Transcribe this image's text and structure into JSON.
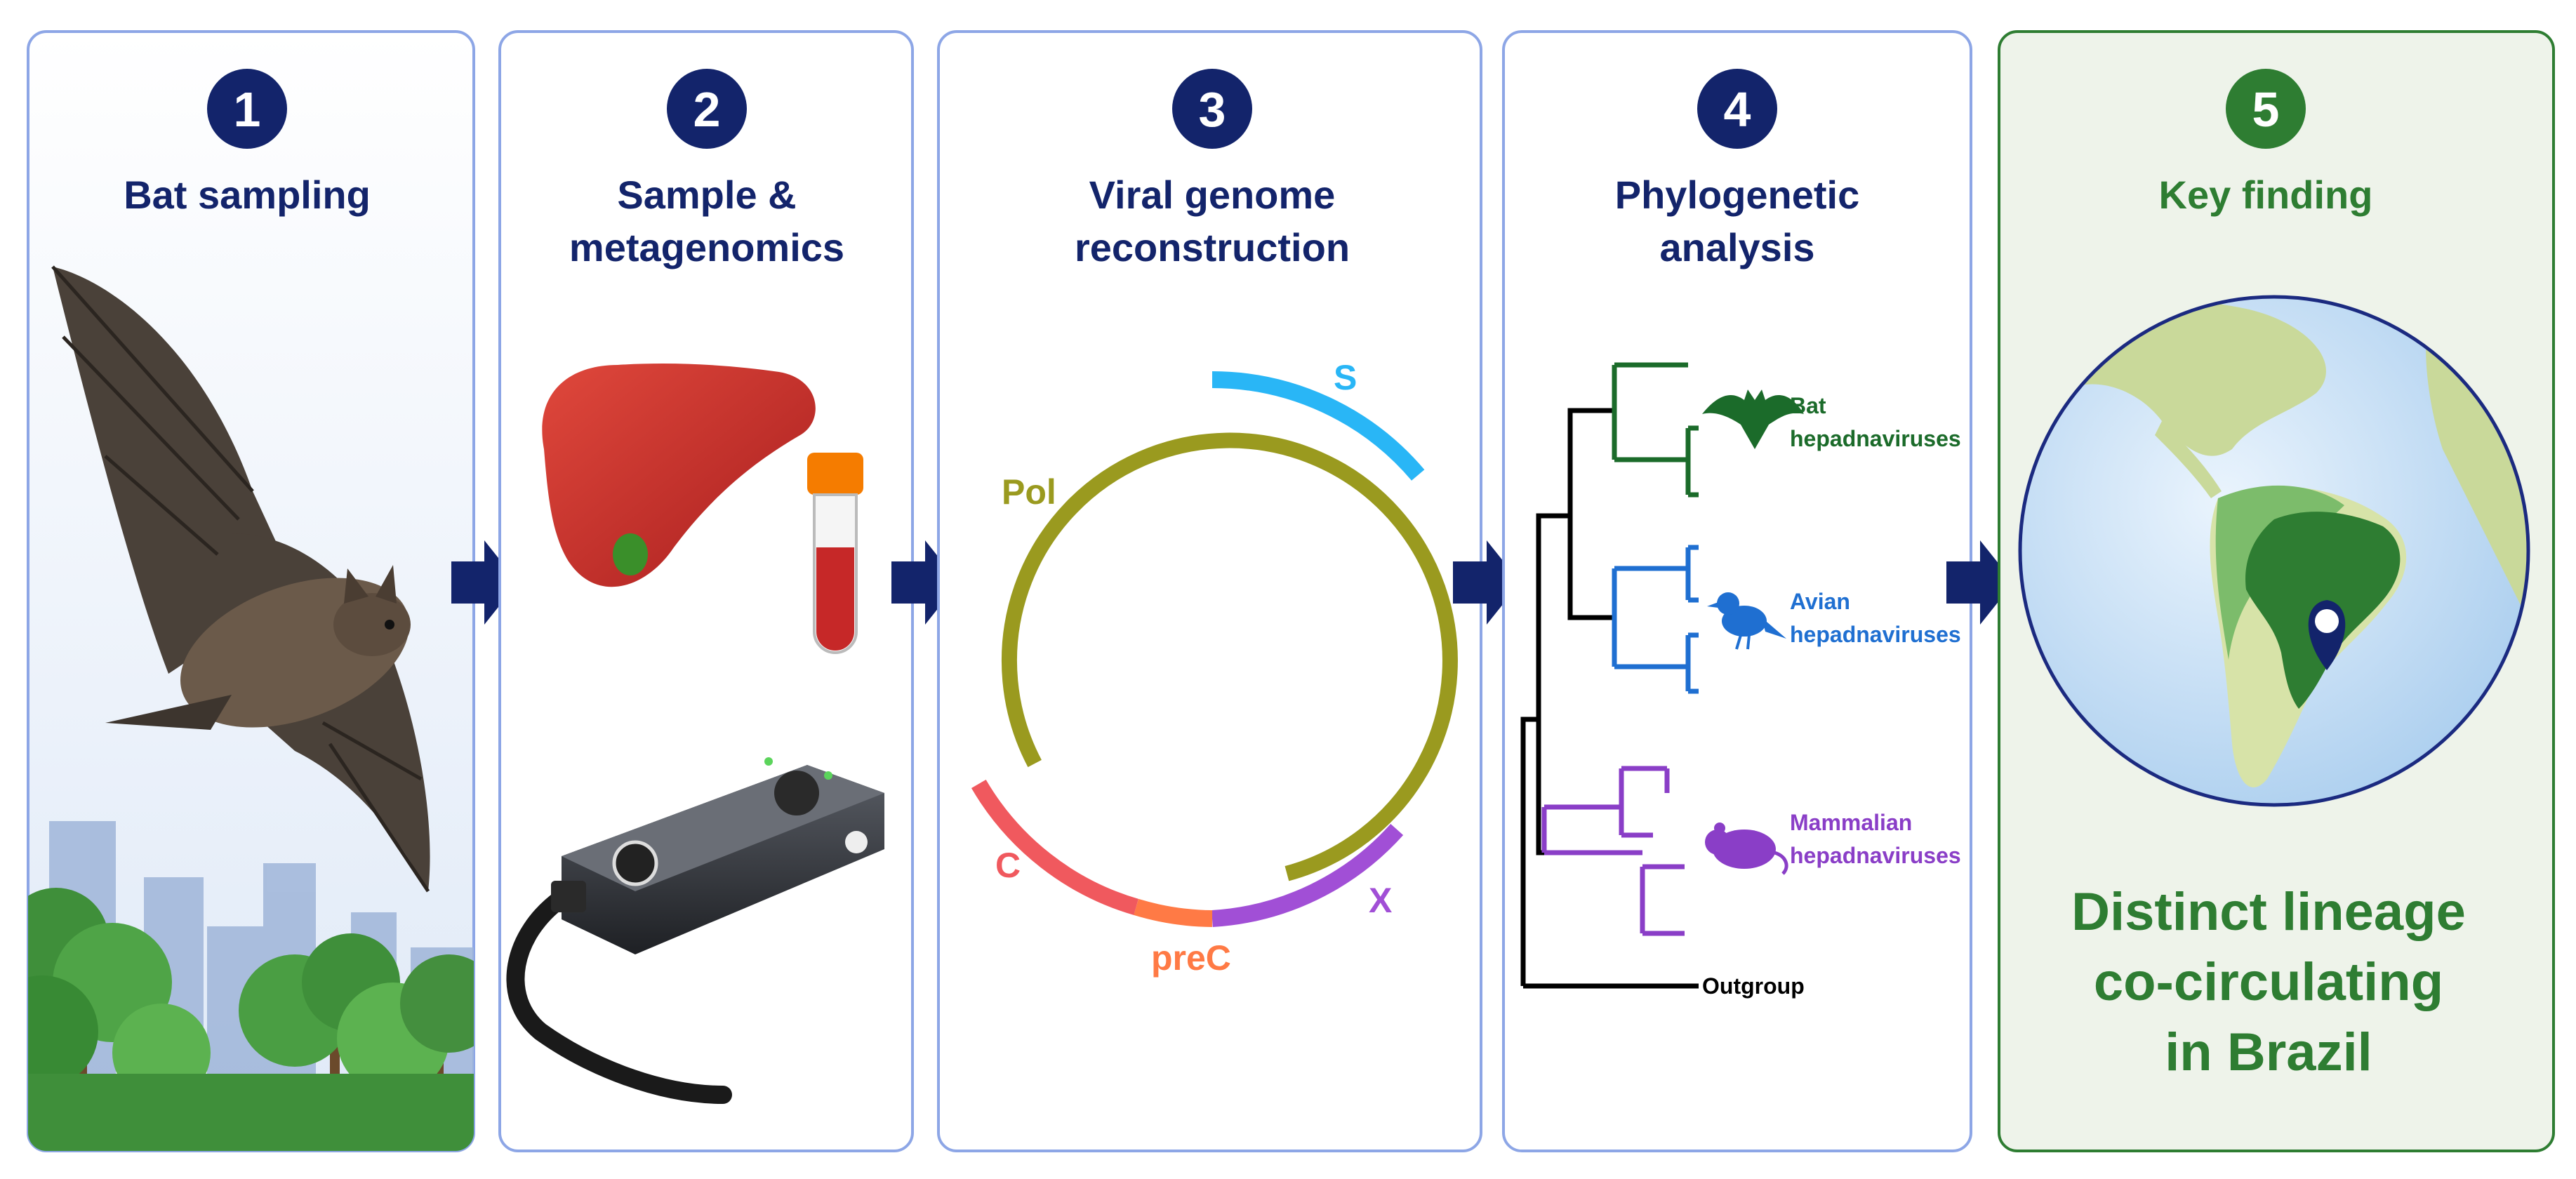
{
  "colors": {
    "navy": "#13246b",
    "panel_border": "#8da6e6",
    "finding_green": "#2e7d32",
    "finding_bg": "#eef3ea",
    "pol": "#9a9a1f",
    "s_gene": "#29b6f6",
    "x_gene": "#a14fd6",
    "c_gene": "#f0595e",
    "prec_gene": "#ff7a45",
    "bat_clade": "#1b6b2a",
    "avian_clade": "#1f6fd1",
    "mammal_clade": "#8a3ec7"
  },
  "steps": [
    {
      "number": "1",
      "title_lines": [
        "Bat sampling"
      ]
    },
    {
      "number": "2",
      "title_lines": [
        "Sample &",
        "metagenomics"
      ]
    },
    {
      "number": "3",
      "title_lines": [
        "Viral genome",
        "reconstruction"
      ]
    },
    {
      "number": "4",
      "title_lines": [
        "Phylogenetic",
        "analysis"
      ]
    },
    {
      "number": "5",
      "title_lines": [
        "Key finding"
      ]
    }
  ],
  "genome_labels": {
    "pol": "Pol",
    "s": "S",
    "x": "X",
    "c": "C",
    "prec": "preC"
  },
  "tree_labels": {
    "bat": [
      "Bat",
      "hepadnaviruses"
    ],
    "avian": [
      "Avian",
      "hepadnaviruses"
    ],
    "mammal": [
      "Mammalian",
      "hepadnaviruses"
    ],
    "outgroup": "Outgroup"
  },
  "finding_lines": [
    "Distinct lineage",
    "co-circulating",
    "in Brazil"
  ],
  "icons": {
    "bat": "bat-illustration",
    "liver": "liver-icon",
    "tube": "blood-tube-icon",
    "sequencer": "nanopore-sequencer-icon",
    "globe": "globe-icon",
    "pin": "location-pin-icon",
    "arrow": "arrow-right-icon"
  }
}
